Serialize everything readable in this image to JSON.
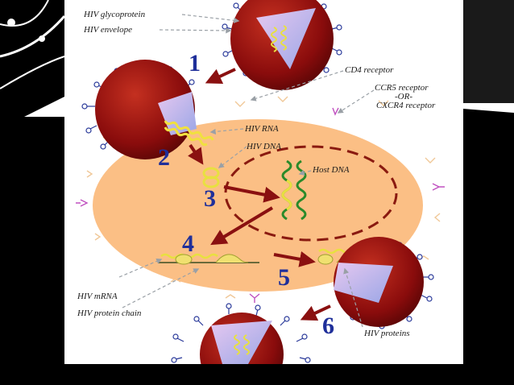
{
  "labels": {
    "glycoprotein": "HIV glycoprotein",
    "envelope": "HIV envelope",
    "cd4": "CD4 receptor",
    "ccr5": "CCR5 receptor",
    "or": "-OR-",
    "cxcr4": "CXCR4 receptor",
    "hiv_rna": "HIV RNA",
    "hiv_dna": "HIV DNA",
    "host_dna": "Host DNA",
    "hiv_mrna": "HIV mRNA",
    "protein_chain": "HIV protein chain",
    "hiv_proteins": "HIV proteins"
  },
  "steps": [
    "1",
    "2",
    "3",
    "4",
    "5",
    "6"
  ],
  "colors": {
    "background": "#000000",
    "slide": "#ffffff",
    "cell": "#fbbf85",
    "nucleus_border": "#8a1a10",
    "virus": "#9a1010",
    "step_number": "#1f2f9a",
    "arrow": "#8a1010"
  }
}
